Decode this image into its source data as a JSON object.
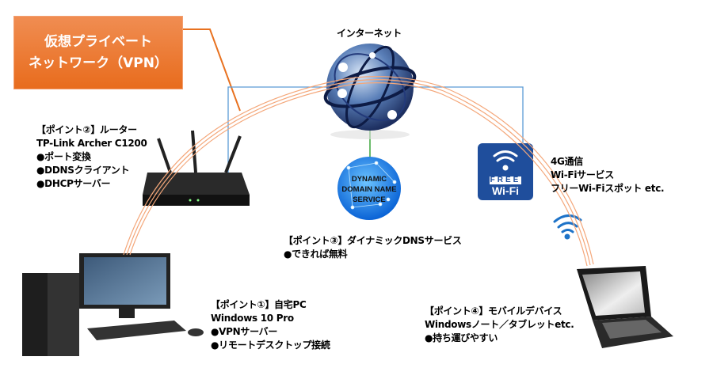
{
  "vpn": {
    "line1": "仮想プライベート",
    "line2": "ネットワーク（VPN）"
  },
  "internet": {
    "label": "インターネット"
  },
  "router": {
    "title": "【ポイント②】ルーター",
    "model": "TP-Link Archer C1200",
    "items": [
      "●ポート変換",
      "●DDNSクライアント",
      "●DHCPサーバー"
    ]
  },
  "dns": {
    "globe_lines": [
      "DYNAMIC",
      "DOMAIN NAME",
      "SERVICE"
    ],
    "title": "【ポイント③】ダイナミックDNSサービス",
    "items": [
      "●できれば無料"
    ]
  },
  "pc": {
    "title": "【ポイント①】自宅PC",
    "os": "Windows 10 Pro",
    "items": [
      "●VPNサーバー",
      "●リモートデスクトップ接続"
    ]
  },
  "wifi": {
    "sign_free": "FREE",
    "sign_wifi": "Wi-Fi",
    "lines": [
      "4G通信",
      "Wi-Fiサービス",
      "フリーWi-Fiスポット etc."
    ]
  },
  "mobile": {
    "title": "【ポイント④】モバイルデバイス",
    "device": "Windowsノート／タブレットetc.",
    "items": [
      "●持ち運びやすい"
    ]
  },
  "colors": {
    "vpn_orange": "#e86c1d",
    "link_blue": "#5b9bd5",
    "dns_green": "#3aa43a",
    "wifi_navy": "#1f4e9c"
  }
}
